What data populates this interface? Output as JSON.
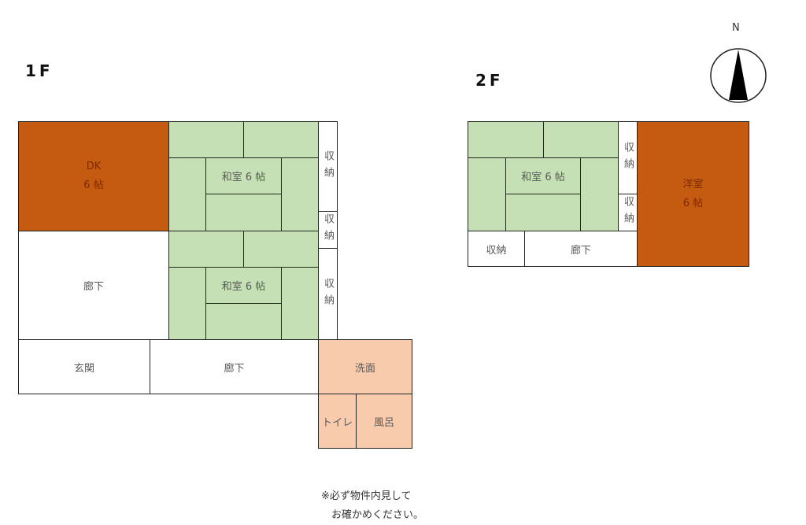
{
  "floors": {
    "first": {
      "label": "1F",
      "rooms": {
        "dk": {
          "name": "DK",
          "size": "6帖",
          "text": "DK\n6 帖"
        },
        "washitsu_upper": {
          "text": "和室 6 帖"
        },
        "washitsu_lower": {
          "text": "和室 6 帖"
        },
        "closet_1": {
          "text": "収納"
        },
        "closet_2": {
          "text": "収納"
        },
        "closet_3": {
          "text": "収納"
        },
        "hallway_left": {
          "text": "廊下"
        },
        "entrance": {
          "text": "玄関"
        },
        "hallway_bottom": {
          "text": "廊下"
        },
        "washroom": {
          "text": "洗面"
        },
        "toilet": {
          "text": "トイレ"
        },
        "bath": {
          "text": "風呂"
        }
      }
    },
    "second": {
      "label": "2F",
      "rooms": {
        "washitsu": {
          "text": "和室 6 帖"
        },
        "closet_1": {
          "text": "収納"
        },
        "closet_2": {
          "text": "収納"
        },
        "closet_bottom": {
          "text": "収納"
        },
        "hallway": {
          "text": "廊下"
        },
        "yoshitsu": {
          "name": "洋室",
          "size": "6帖",
          "text": "洋室\n6 帖"
        }
      }
    }
  },
  "compass": {
    "label": "N",
    "icon": "north-arrow-icon"
  },
  "note": {
    "text": "※必ず物件内見して\n　お確かめください。"
  },
  "colors": {
    "dk_orange": "#C55A11",
    "tatami_green": "#C5E0B4",
    "wet_area_peach": "#F8CBAD",
    "line": "#222222"
  }
}
